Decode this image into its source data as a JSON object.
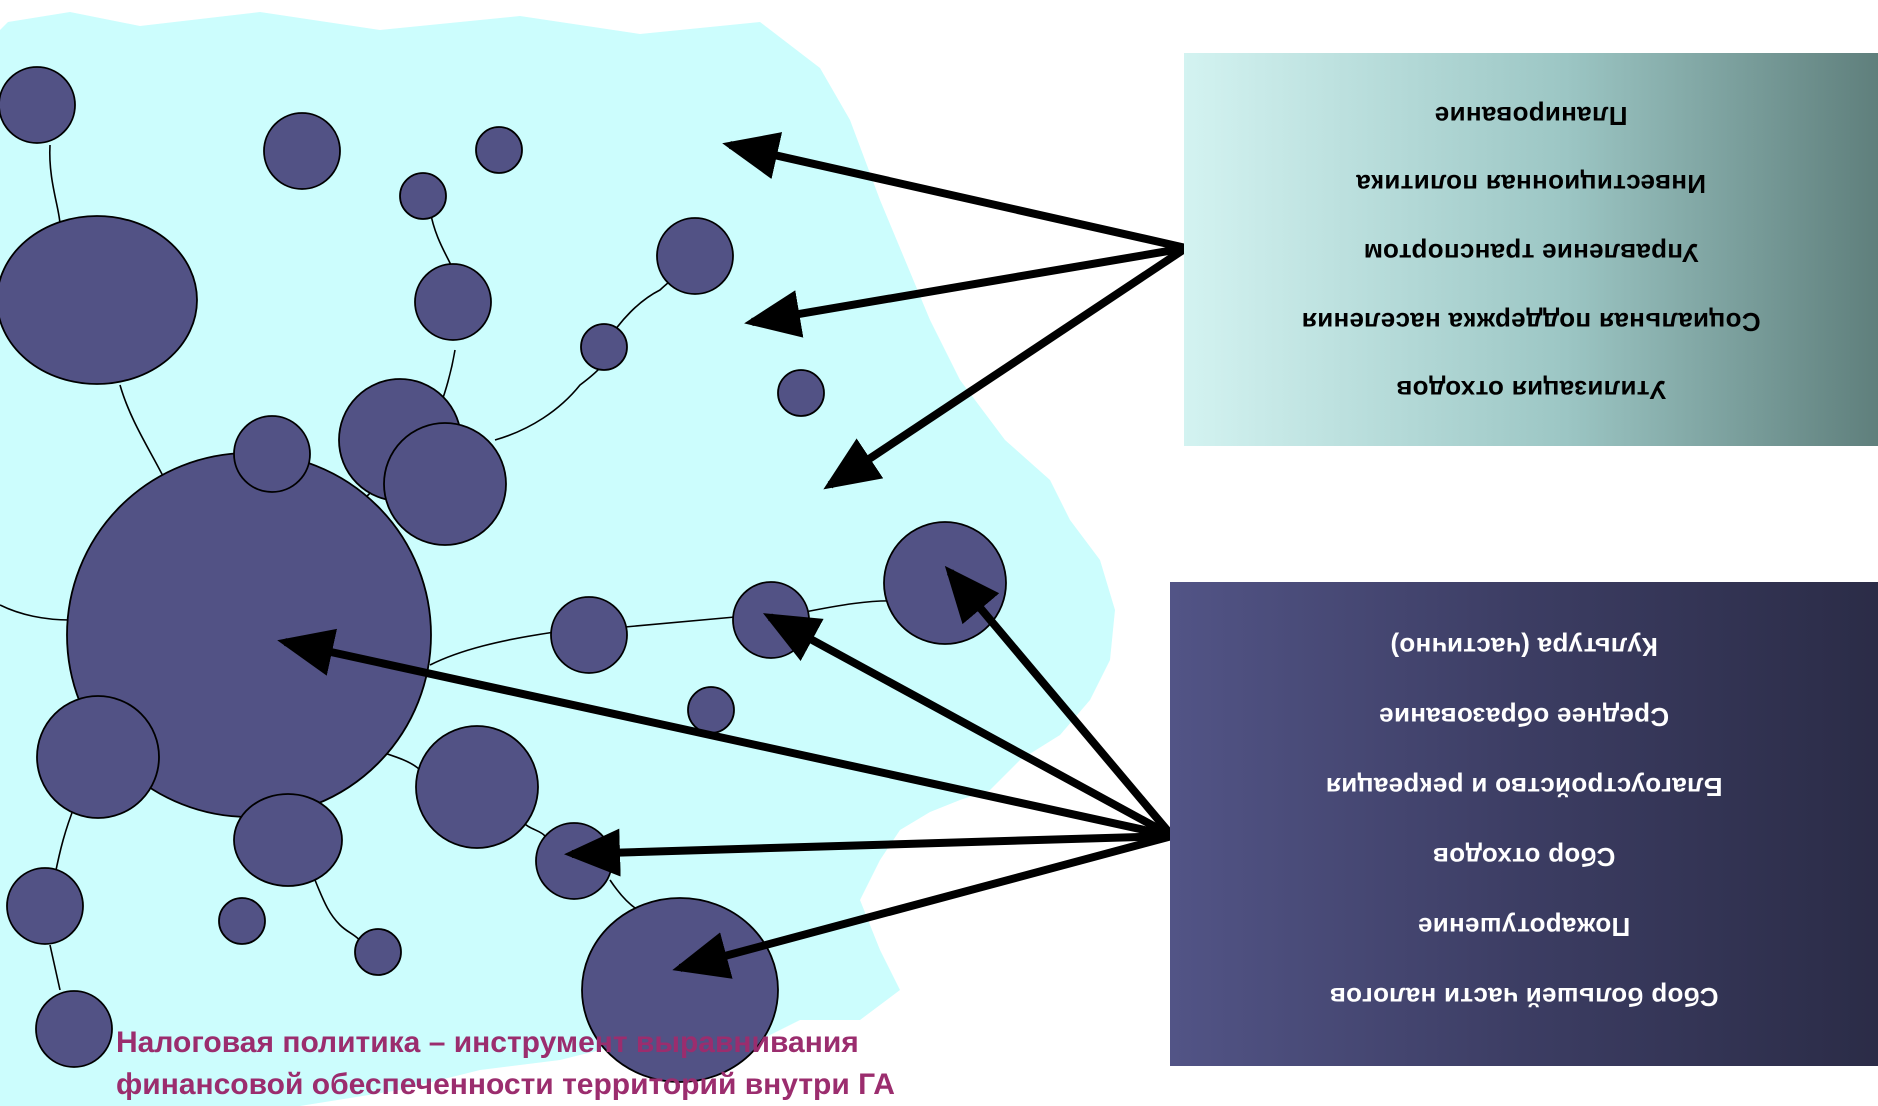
{
  "colors": {
    "territory_fill": "#ccfdfd",
    "node_fill": "#525285",
    "node_stroke": "#000000",
    "caption": "#9b2d6e"
  },
  "upper_box": {
    "lines": [
      "Утилизация отходов",
      "Социальная поддержка населения",
      "Управление транспортом",
      "Инвестиционная политика",
      "Планирование"
    ]
  },
  "lower_box": {
    "lines": [
      "Сбор большей части налогов",
      "Пожаротушение",
      "Сбор отходов",
      "Благоустройство и рекреация",
      "Среднее образование",
      "Культура (частично)"
    ]
  },
  "caption": {
    "line1": "Налоговая политика – инструмент выравнивания",
    "line2": "финансовой обеспеченности территорий внутри ГА"
  }
}
